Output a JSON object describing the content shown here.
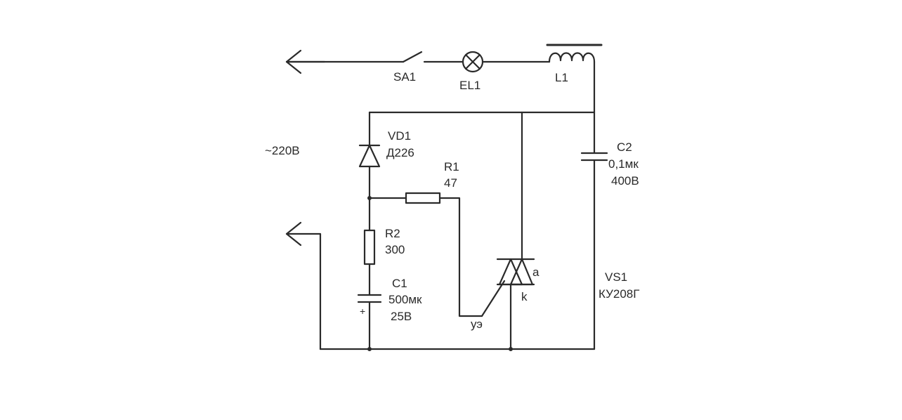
{
  "diagram": {
    "supply": {
      "voltage": "~220В"
    },
    "switch": {
      "ref": "SA1"
    },
    "lamp": {
      "ref": "EL1"
    },
    "inductor": {
      "ref": "L1"
    },
    "diode": {
      "ref": "VD1",
      "type": "Д226"
    },
    "resistor1": {
      "ref": "R1",
      "value": "47"
    },
    "resistor2": {
      "ref": "R2",
      "value": "300"
    },
    "capacitor1": {
      "ref": "C1",
      "value": "500мк",
      "voltage": "25В",
      "polarity": "+"
    },
    "capacitor2": {
      "ref": "C2",
      "value": "0,1мк",
      "voltage": "400В"
    },
    "thyristor": {
      "ref": "VS1",
      "type": "КУ208Г",
      "anode": "a",
      "cathode": "k",
      "gate": "уэ"
    }
  }
}
